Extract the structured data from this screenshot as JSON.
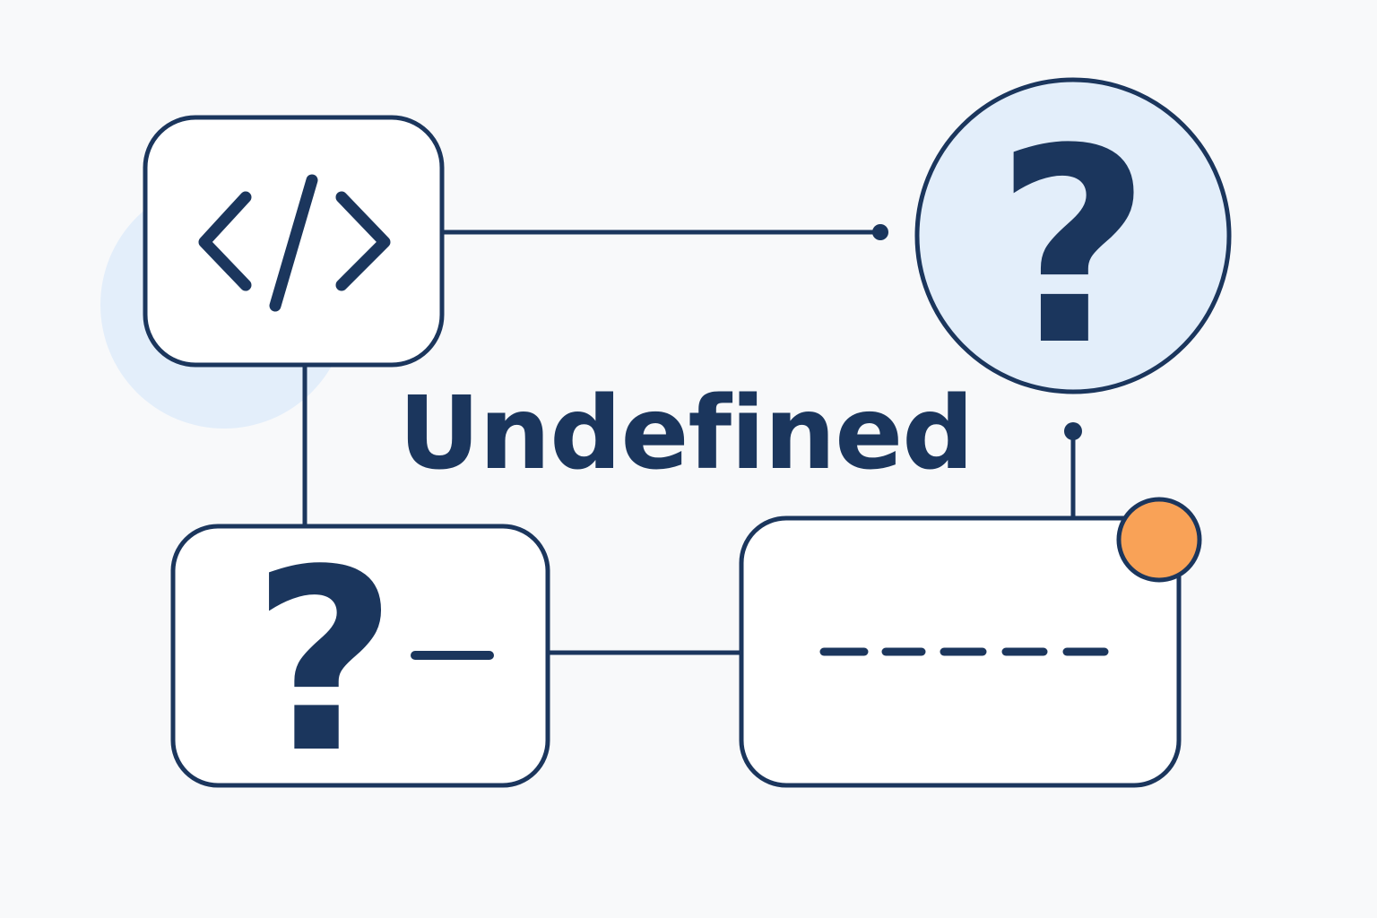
{
  "diagram": {
    "title": "Undefined",
    "unknown_symbol": "?",
    "colors": {
      "background": "#f8f9fa",
      "stroke": "#1b365d",
      "box_fill": "#ffffff",
      "accent_fill": "#e3eefa",
      "alert_dot": "#f9a257"
    },
    "nodes": [
      {
        "id": "code-box",
        "icon": "code-brackets-icon"
      },
      {
        "id": "unknown-circle",
        "icon": "question-mark-icon"
      },
      {
        "id": "unknown-value-box",
        "icon": "question-mark-icon"
      },
      {
        "id": "placeholder-box",
        "icon": "dashed-line-icon"
      }
    ],
    "badge": {
      "icon": "alert-dot-icon"
    }
  }
}
